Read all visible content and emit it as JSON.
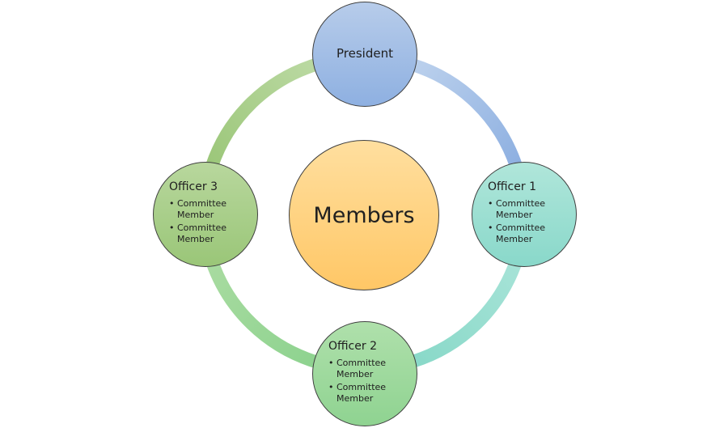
{
  "diagram": {
    "center": {
      "label": "Members",
      "color": "#ffd27f"
    },
    "president": {
      "label": "President",
      "color": "#a1bde6"
    },
    "officers": [
      {
        "title": "Officer 1",
        "color": "#9ddfd2",
        "items": [
          "Committee Member",
          "Committee Member"
        ]
      },
      {
        "title": "Officer 2",
        "color": "#9fd99e",
        "items": [
          "Committee Member",
          "Committee Member"
        ]
      },
      {
        "title": "Officer 3",
        "color": "#a9ce8a",
        "items": [
          "Committee Member",
          "Committee Member"
        ]
      }
    ],
    "ring_colors": {
      "president_to_officer_1": [
        "#b9cfec",
        "#8eb0e1"
      ],
      "officer_1_to_officer_2": [
        "#a6e3d7",
        "#8ad9c9"
      ],
      "officer_2_to_officer_3": [
        "#8fd390",
        "#a8dba0"
      ],
      "officer_3_to_president": [
        "#9cc77a",
        "#b9d8a0"
      ]
    }
  }
}
